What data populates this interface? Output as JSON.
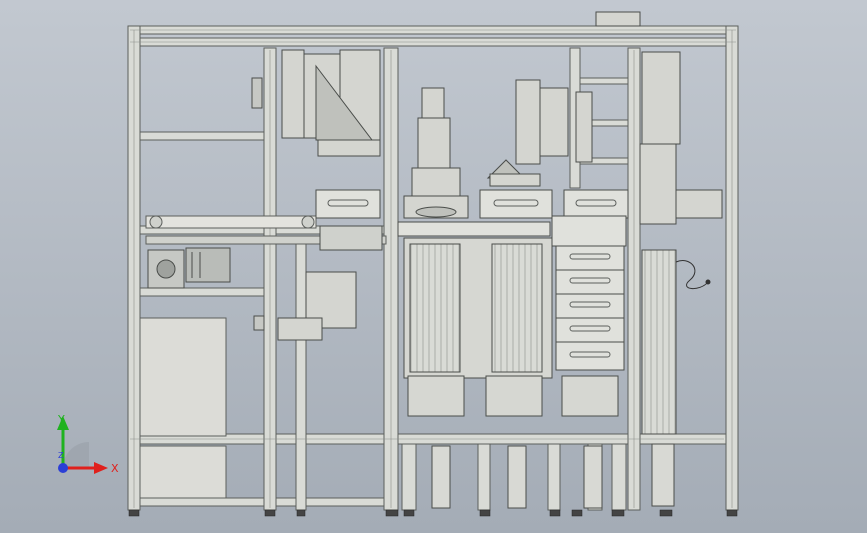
{
  "viewport": {
    "background_top": "#c2c8d0",
    "background_bottom": "#a4acb6",
    "frame_color": "#d9dbd6",
    "frame_edge": "#5c5f5c",
    "panel_color": "#dcdcd7",
    "motor_color": "#b9bcb8"
  },
  "triad": {
    "x_label": "X",
    "y_label": "Y",
    "z_label": "Z",
    "x_color": "#e0201c",
    "y_color": "#1fb21f",
    "z_color": "#2b3fd6"
  }
}
